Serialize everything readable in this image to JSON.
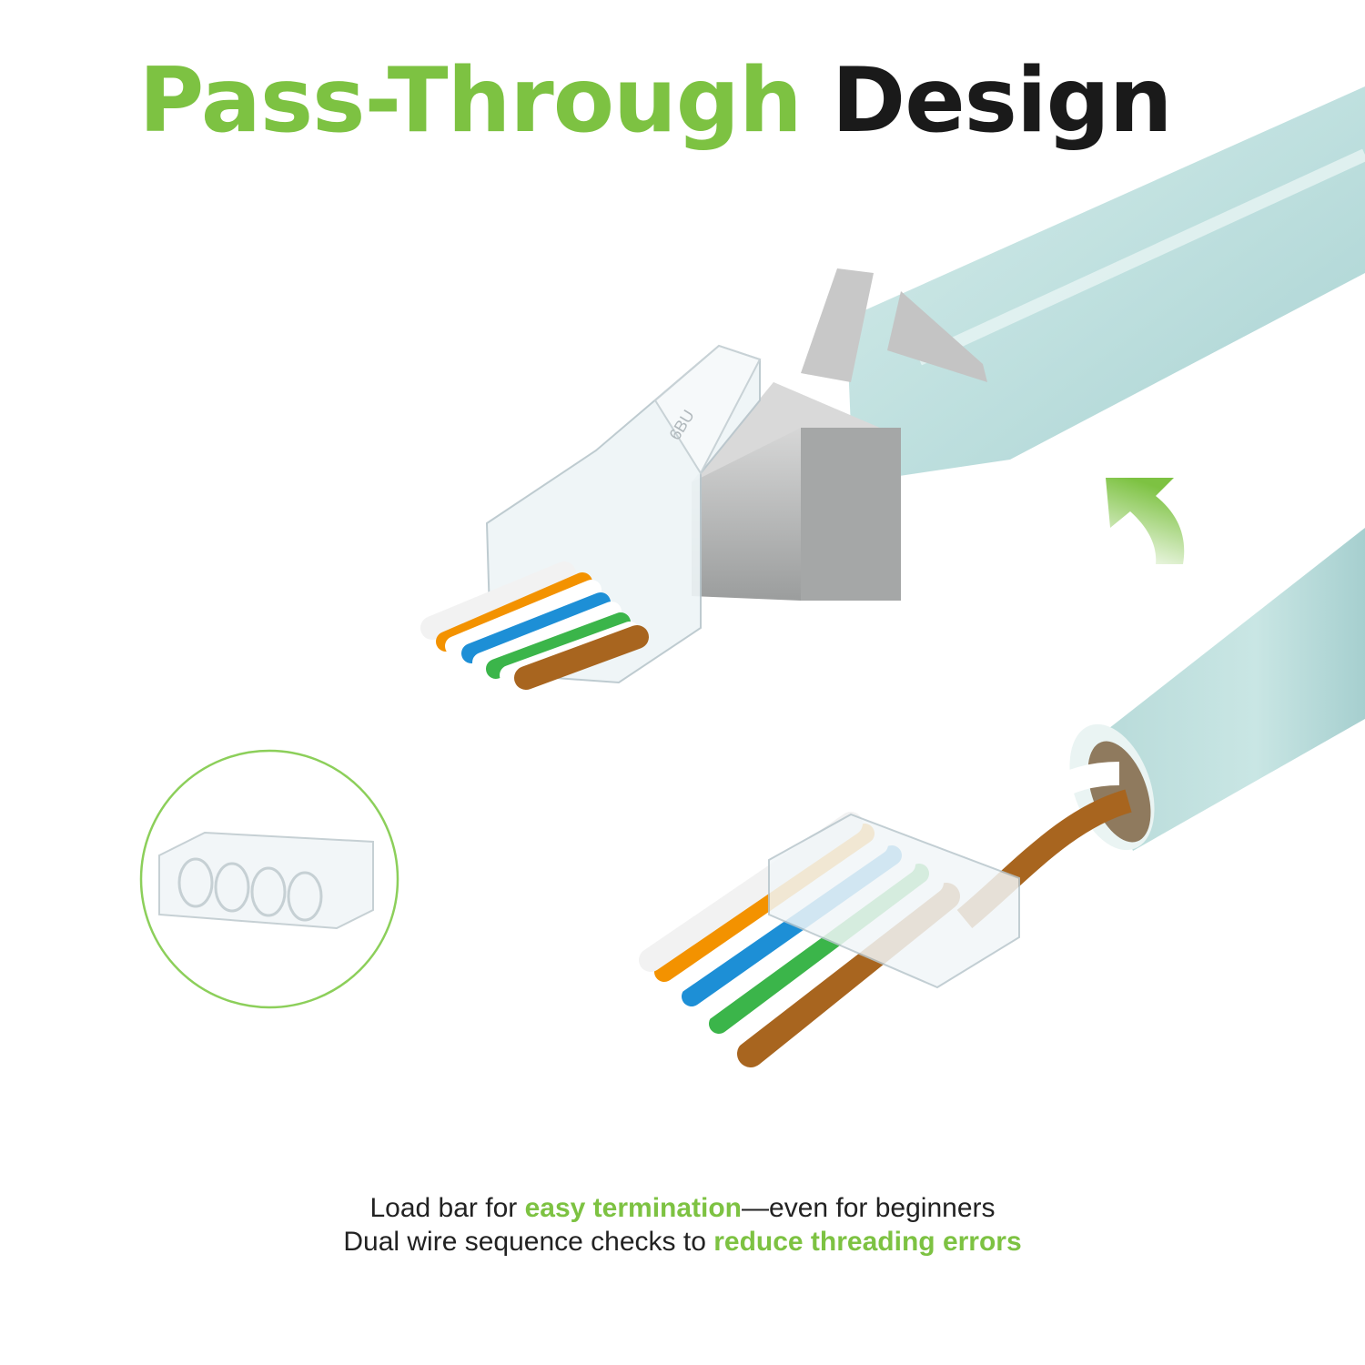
{
  "title": {
    "part1": "Pass-Through",
    "part2": "Design"
  },
  "caption": {
    "line1": {
      "pre": "Load bar for ",
      "highlight": "easy termination",
      "post": "—even for beginners"
    },
    "line2": {
      "pre": "Dual wire sequence checks to ",
      "highlight": "reduce threading errors"
    }
  },
  "connector_marking": "6BU",
  "colors": {
    "accent_green": "#7dc242",
    "cable_blue": "#bfe0df",
    "shield_gray": "#a9abab",
    "wire_orange": "#f39200",
    "wire_blue": "#1d8fd6",
    "wire_green": "#3bb54a",
    "wire_brown": "#a8651f"
  },
  "icons": {
    "arrow": "curved-arrow-up-icon",
    "inset": "load-bar-inset"
  }
}
